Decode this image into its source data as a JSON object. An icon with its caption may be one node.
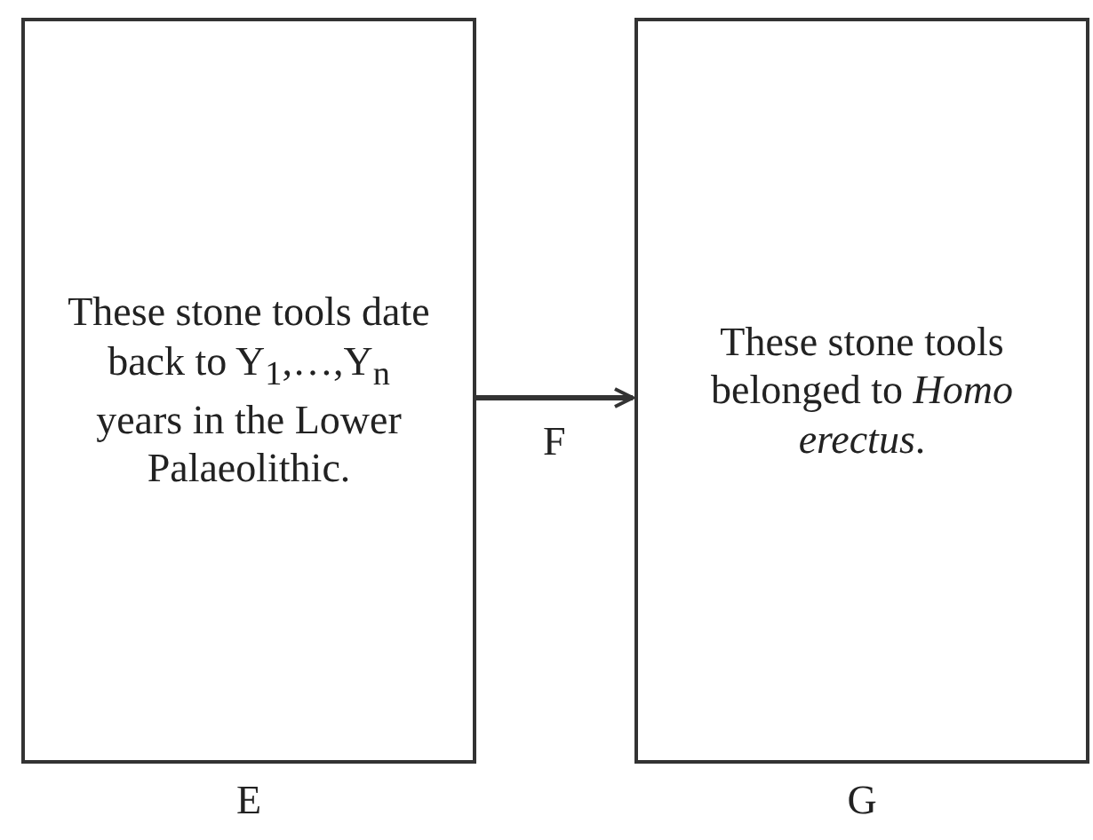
{
  "diagram": {
    "nodes": [
      {
        "text": [
          "These stone tools date back to Y$_{1}$,…,Y$_{n}$ years in the Lower Palaeolithic."
        ],
        "beside": [
          "E"
        ]
      },
      {
        "text": [
          "These stone tools belonged to *Homo erectus*."
        ],
        "beside": [
          "G"
        ]
      }
    ],
    "edges": [
      {
        "from": 0,
        "to": 1,
        "arrow": "to",
        "label": "F"
      }
    ]
  }
}
